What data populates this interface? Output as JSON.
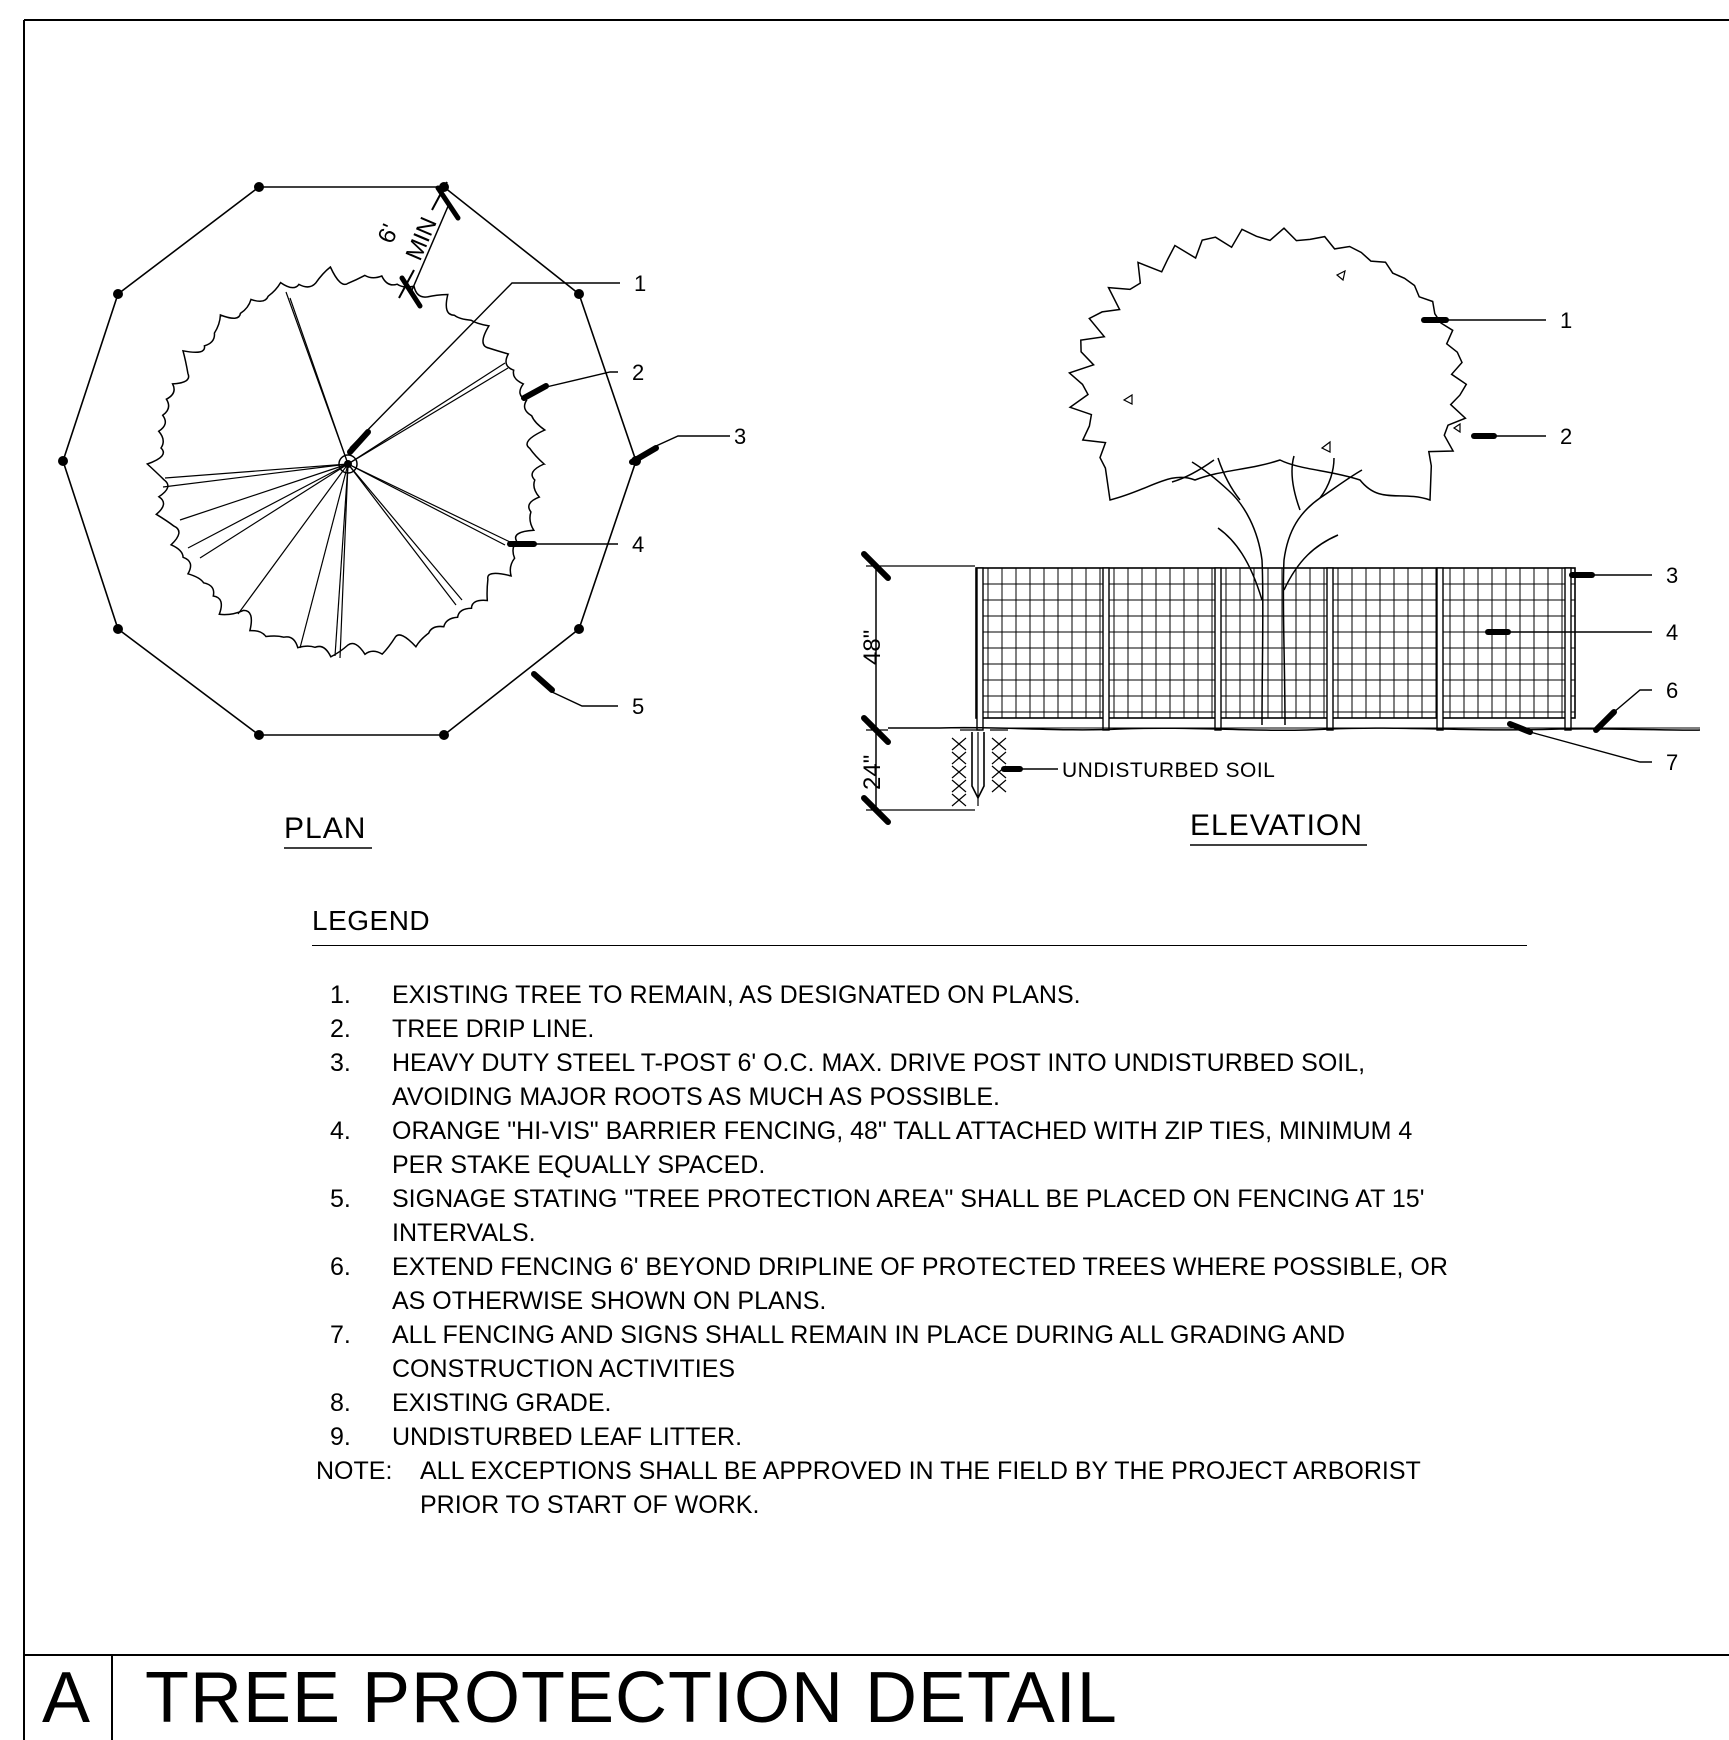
{
  "plan": {
    "label": "PLAN",
    "dimension_value": "6'",
    "dimension_note": "MIN",
    "callouts": [
      "1",
      "2",
      "3",
      "4",
      "5"
    ]
  },
  "elevation": {
    "label": "ELEVATION",
    "dim_fence_height": "48\"",
    "dim_post_depth": "24\"",
    "soil_label": "UNDISTURBED SOIL",
    "callouts": [
      "1",
      "2",
      "3",
      "4",
      "6",
      "7"
    ]
  },
  "legend": {
    "title": "LEGEND",
    "items": [
      {
        "num": "1.",
        "lines": [
          "EXISTING TREE TO REMAIN, AS DESIGNATED ON PLANS."
        ]
      },
      {
        "num": "2.",
        "lines": [
          "TREE DRIP LINE."
        ]
      },
      {
        "num": "3.",
        "lines": [
          "HEAVY DUTY STEEL T-POST 6' O.C. MAX. DRIVE POST INTO UNDISTURBED SOIL,",
          "AVOIDING MAJOR ROOTS AS MUCH AS POSSIBLE."
        ]
      },
      {
        "num": "4.",
        "lines": [
          "ORANGE \"HI-VIS\" BARRIER FENCING, 48\" TALL ATTACHED WITH ZIP TIES, MINIMUM 4",
          "PER STAKE EQUALLY SPACED."
        ]
      },
      {
        "num": "5.",
        "lines": [
          "SIGNAGE STATING \"TREE PROTECTION AREA\" SHALL BE PLACED ON FENCING AT 15'",
          "INTERVALS."
        ]
      },
      {
        "num": "6.",
        "lines": [
          "EXTEND FENCING 6' BEYOND DRIPLINE OF PROTECTED TREES WHERE POSSIBLE, OR",
          "AS OTHERWISE SHOWN ON PLANS."
        ]
      },
      {
        "num": "7.",
        "lines": [
          "ALL FENCING AND SIGNS SHALL REMAIN IN PLACE DURING ALL GRADING AND",
          "CONSTRUCTION ACTIVITIES"
        ]
      },
      {
        "num": "8.",
        "lines": [
          "EXISTING GRADE."
        ]
      },
      {
        "num": "9.",
        "lines": [
          "UNDISTURBED LEAF LITTER."
        ]
      }
    ],
    "note_label": "NOTE:",
    "note_lines": [
      "ALL EXCEPTIONS SHALL BE APPROVED IN THE FIELD BY THE PROJECT ARBORIST",
      "PRIOR TO START OF WORK."
    ]
  },
  "title_block": {
    "letter": "A",
    "title": "TREE PROTECTION DETAIL"
  }
}
